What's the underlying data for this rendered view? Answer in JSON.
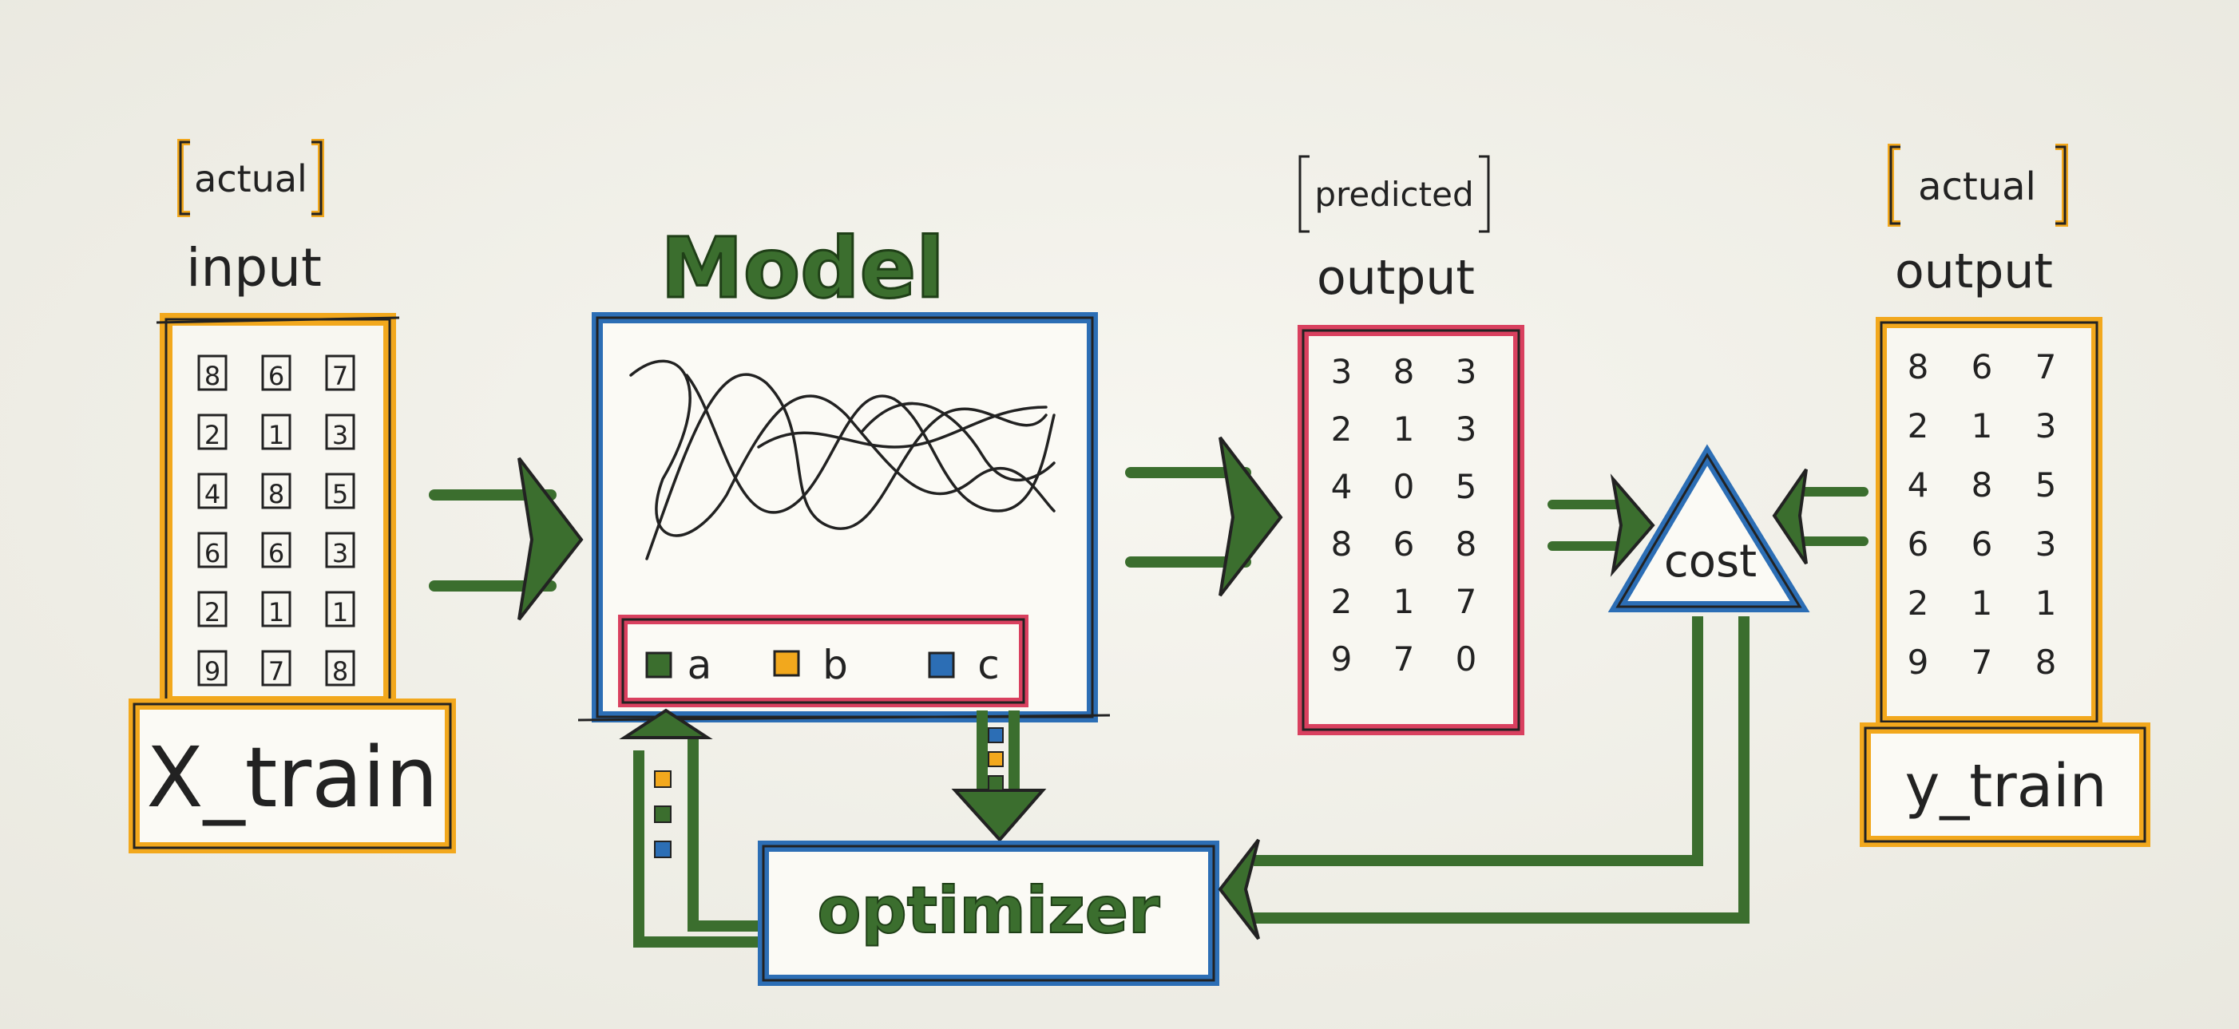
{
  "title": "Model",
  "input": {
    "bracket": "actual",
    "label": "input",
    "name": "X_train",
    "rows": [
      [
        8,
        6,
        7
      ],
      [
        2,
        1,
        3
      ],
      [
        4,
        8,
        5
      ],
      [
        6,
        6,
        3
      ],
      [
        2,
        1,
        1
      ],
      [
        9,
        7,
        8
      ]
    ]
  },
  "predicted": {
    "bracket": "predicted",
    "label": "output",
    "rows": [
      [
        3,
        8,
        3
      ],
      [
        2,
        1,
        3
      ],
      [
        4,
        0,
        5
      ],
      [
        8,
        6,
        8
      ],
      [
        2,
        1,
        7
      ],
      [
        9,
        7,
        0
      ]
    ]
  },
  "actual_output": {
    "bracket": "actual",
    "label": "output",
    "name": "y_train",
    "rows": [
      [
        8,
        6,
        7
      ],
      [
        2,
        1,
        3
      ],
      [
        4,
        8,
        5
      ],
      [
        6,
        6,
        3
      ],
      [
        2,
        1,
        1
      ],
      [
        9,
        7,
        8
      ]
    ]
  },
  "params": {
    "a": "a",
    "b": "b",
    "c": "c"
  },
  "cost": "cost",
  "optimizer": "optimizer",
  "colors": {
    "orange": "#f2a81d",
    "blue": "#2c6eb5",
    "pink": "#d9405f",
    "green": "#3b6e2e",
    "ink": "#222222"
  }
}
